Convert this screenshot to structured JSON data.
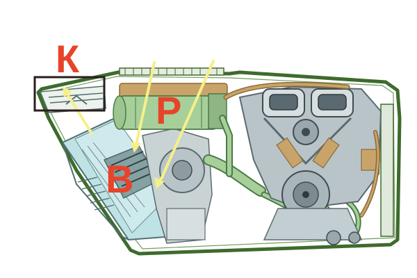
{
  "labels": {
    "k": "К",
    "p": "Р",
    "b": "В"
  },
  "colors": {
    "hull_outline": "#3d6b2c",
    "hull_fill": "#ffffff",
    "radiator_glass": "#bfe2e4",
    "radiator_dark": "#4f6f70",
    "fan_gray": "#c9d3d4",
    "engine_gray": "#b8c4c8",
    "engine_dark": "#5b6a70",
    "tube_green": "#a6cf9a",
    "tube_dark": "#4a7a45",
    "bronze": "#c9a46a",
    "bronze_dark": "#8a6a35",
    "arrow_yellow": "#f6ef8a",
    "label_red": "#e8432a",
    "box_outline": "#2a1e1e"
  }
}
